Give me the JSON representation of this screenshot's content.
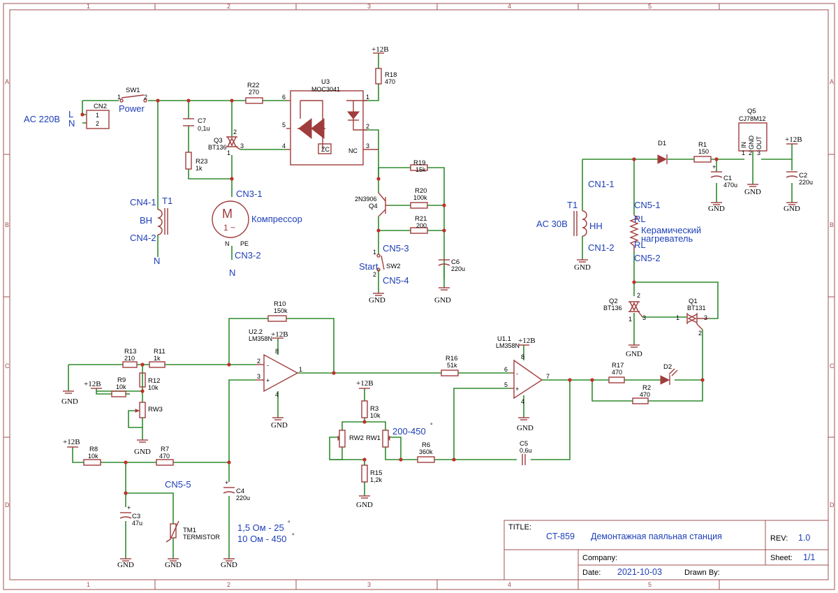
{
  "grid": {
    "columns": [
      "1",
      "2",
      "3",
      "4",
      "5"
    ],
    "rows": [
      "A",
      "B",
      "C",
      "D"
    ]
  },
  "power": {
    "vcc": "+12B",
    "gnd": "GND"
  },
  "components": {
    "CN2": {
      "ref": "CN2",
      "pin1": "1",
      "pin2": "2"
    },
    "SW1": {
      "ref": "SW1",
      "pin1": "1",
      "pin2": "2"
    },
    "C7": {
      "ref": "C7",
      "value": "0,1u"
    },
    "R23": {
      "ref": "R23",
      "value": "1k"
    },
    "Q3": {
      "ref": "Q3",
      "value": "BT136",
      "p1": "1",
      "p2": "2",
      "p3": "3"
    },
    "R22": {
      "ref": "R22",
      "value": "270"
    },
    "U3": {
      "ref": "U3",
      "value": "MOC3041",
      "zc": "ZC",
      "nc": "NC",
      "p1": "1",
      "p2": "2",
      "p3": "3",
      "p4": "4",
      "p5": "5",
      "p6": "6"
    },
    "R18": {
      "ref": "R18",
      "value": "470"
    },
    "M1": {
      "glyph": "M",
      "sub": "1 ~",
      "pinN": "N",
      "pinPE": "PE"
    },
    "R19": {
      "ref": "R19",
      "value": "15k"
    },
    "R20": {
      "ref": "R20",
      "value": "100k"
    },
    "R21": {
      "ref": "R21",
      "value": "200"
    },
    "Q4": {
      "ref": "Q4",
      "value": "2N3906"
    },
    "C6": {
      "ref": "C6",
      "value": "220u"
    },
    "SW2": {
      "ref": "SW2",
      "p1": "1",
      "p2": "2"
    },
    "D1": {
      "ref": "D1"
    },
    "R1": {
      "ref": "R1",
      "value": "150"
    },
    "C1": {
      "ref": "C1",
      "value": "470u"
    },
    "Q5": {
      "ref": "Q5",
      "value": "CJ78M12",
      "in": "IN",
      "gnd": "GND",
      "out": "OUT",
      "p1": "1",
      "p2": "2",
      "p3": "3"
    },
    "C2": {
      "ref": "C2",
      "value": "220u"
    },
    "Q2": {
      "ref": "Q2",
      "value": "BT136",
      "p1": "1",
      "p2": "2",
      "p3": "3"
    },
    "Q1": {
      "ref": "Q1",
      "value": "BT131",
      "p1": "1",
      "p2": "2",
      "p3": "3"
    },
    "R10": {
      "ref": "R10",
      "value": "150k"
    },
    "U2": {
      "ref": "U2.2",
      "value": "LM358N",
      "p1": "1",
      "p2": "2",
      "p3": "3",
      "p4": "4",
      "p8": "8"
    },
    "R13": {
      "ref": "R13",
      "value": "210"
    },
    "R11": {
      "ref": "R11",
      "value": "1k"
    },
    "R12": {
      "ref": "R12",
      "value": "10k"
    },
    "R9": {
      "ref": "R9",
      "value": "10k"
    },
    "RW3": {
      "ref": "RW3"
    },
    "R8": {
      "ref": "R8",
      "value": "10k"
    },
    "R7": {
      "ref": "R7",
      "value": "470"
    },
    "C3": {
      "ref": "C3",
      "value": "47u"
    },
    "TM1": {
      "ref": "TM1",
      "value": "TERMISTOR"
    },
    "C4": {
      "ref": "C4",
      "value": "220u"
    },
    "R3": {
      "ref": "R3",
      "value": "10k"
    },
    "RW2": {
      "ref": "RW2"
    },
    "RW1": {
      "ref": "RW1"
    },
    "R15": {
      "ref": "R15",
      "value": "1,2k"
    },
    "R6": {
      "ref": "R6",
      "value": "360k"
    },
    "R16": {
      "ref": "R16",
      "value": "51k"
    },
    "U1": {
      "ref": "U1.1",
      "value": "LM358N",
      "p4": "4",
      "p5": "5",
      "p6": "6",
      "p7": "7",
      "p8": "8"
    },
    "C5": {
      "ref": "C5",
      "value": "0,6u"
    },
    "R17": {
      "ref": "R17",
      "value": "470"
    },
    "R2": {
      "ref": "R2",
      "value": "470"
    },
    "D2": {
      "ref": "D2"
    },
    "T1a": {
      "ref": "T1"
    },
    "T1b": {
      "ref": "T1"
    }
  },
  "labels": {
    "ac220": "AC 220B",
    "l": "L",
    "n": "N",
    "power": "Power",
    "cn4_1": "CN4-1",
    "cn4_2": "CN4-2",
    "bh": "BH",
    "n_left": "N",
    "cn3_1": "CN3-1",
    "cn3_2": "CN3-2",
    "compressor": "Компрессор",
    "n_motor": "N",
    "cn5_3": "CN5-3",
    "cn5_4": "CN5-4",
    "start": "Start",
    "cn1_1": "CN1-1",
    "cn1_2": "CN1-2",
    "ac30": "AC 30B",
    "hh": "HH",
    "cn5_1": "CN5-1",
    "cn5_2": "CN5-2",
    "rl_top": "RL",
    "rl_bot": "RL",
    "heater1": "Керамический",
    "heater2": "нагреватель",
    "cn5_5": "CN5-5",
    "temp_range": "200-450",
    "deg": "°",
    "note1": "1,5 Ом - 25",
    "note2": "10 Ом - 450"
  },
  "titleblock": {
    "title_label": "TITLE:",
    "title_code": "CT-859",
    "title_name": "Демонтажная паяльная станция",
    "rev_label": "REV:",
    "rev_value": "1.0",
    "company_label": "Company:",
    "sheet_label": "Sheet:",
    "sheet_value": "1/1",
    "date_label": "Date:",
    "date_value": "2021-10-03",
    "drawn_label": "Drawn By:"
  }
}
